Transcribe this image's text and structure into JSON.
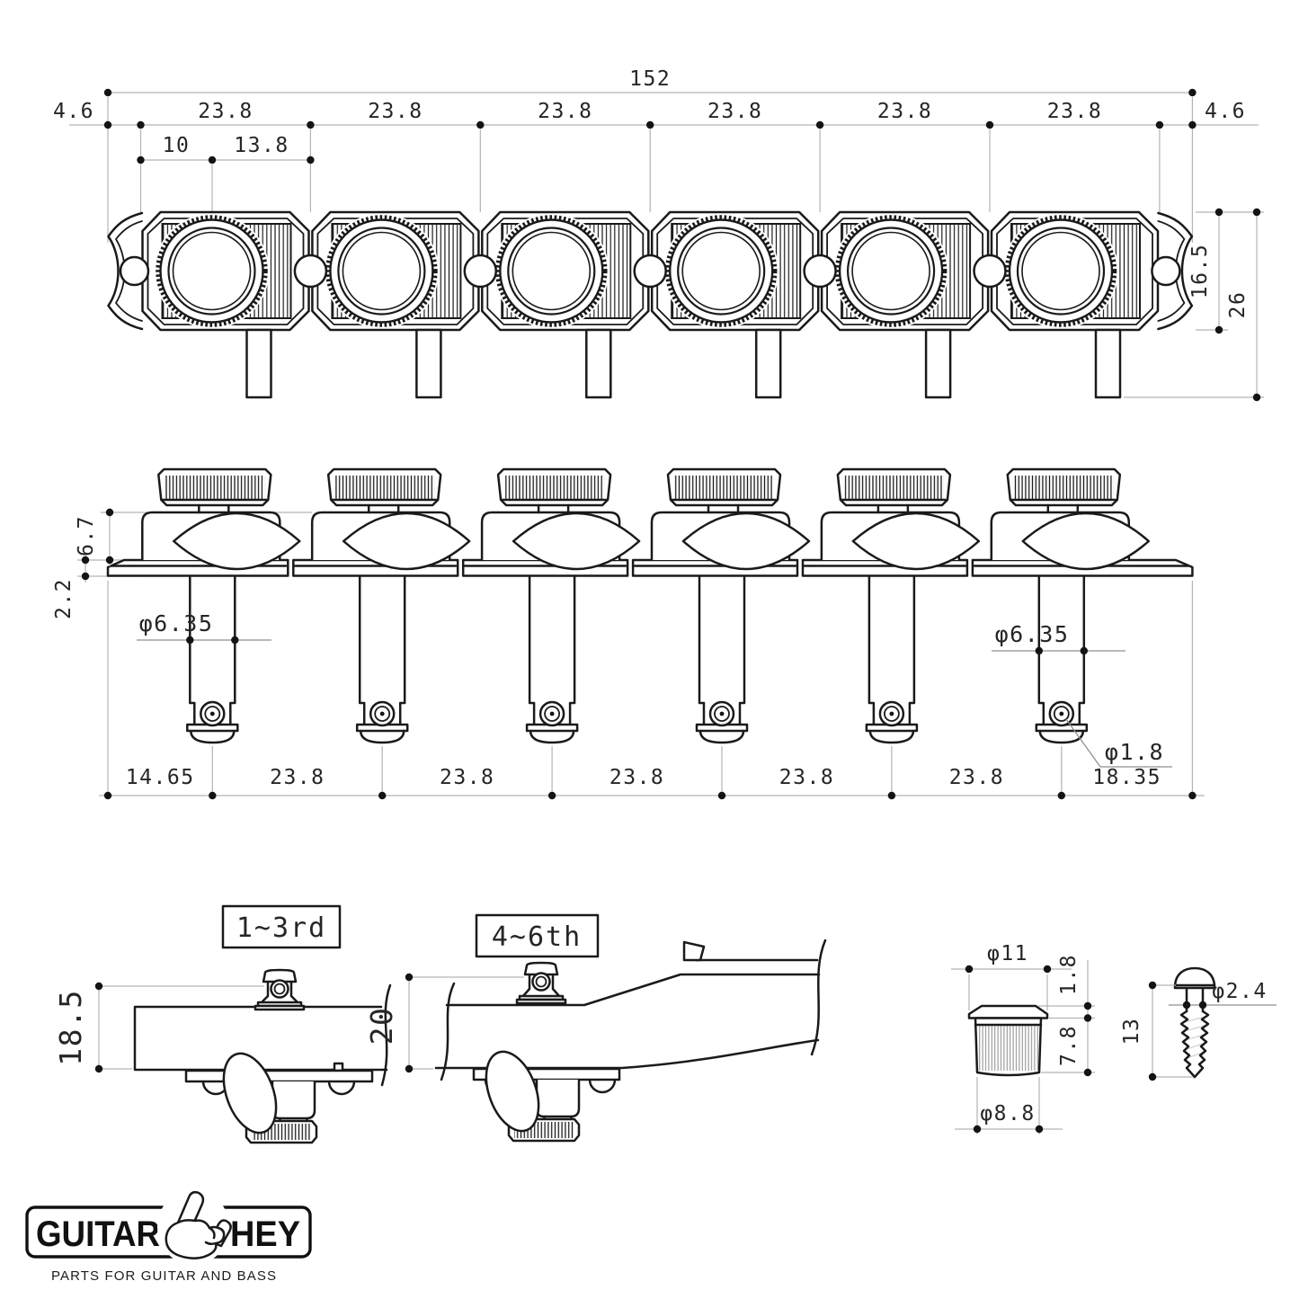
{
  "colors": {
    "ink": "#1a1a1a",
    "dim_line": "#b3b3b3",
    "dim_text": "#262626",
    "background": "#ffffff"
  },
  "top_view": {
    "overall_width": "152",
    "segments": [
      "4.6",
      "23.8",
      "23.8",
      "23.8",
      "23.8",
      "23.8",
      "23.8",
      "4.6"
    ],
    "sub_segments": [
      "10",
      "13.8"
    ],
    "plate_height": "16.5",
    "overall_height": "26"
  },
  "side_view": {
    "gear_height": "6.7",
    "plate_thickness": "2.2",
    "post_diameter_left": "φ6.35",
    "post_diameter_right": "φ6.35",
    "string_hole_diameter": "φ1.8",
    "segments": [
      "14.65",
      "23.8",
      "23.8",
      "23.8",
      "23.8",
      "23.8",
      "18.35"
    ]
  },
  "mount_views": {
    "group_1_label": "1~3rd",
    "group_2_label": "4~6th",
    "post_height_1": "18.5",
    "post_height_2": "20"
  },
  "bushing_detail": {
    "flange_diameter": "φ11",
    "flange_height": "1.8",
    "body_height": "7.8",
    "body_diameter": "φ8.8"
  },
  "screw_detail": {
    "length": "13",
    "shaft_diameter": "φ2.4"
  },
  "logo": {
    "brand_left": "GUITAR",
    "brand_right": "HEY",
    "tagline": "PARTS FOR GUITAR AND BASS"
  }
}
